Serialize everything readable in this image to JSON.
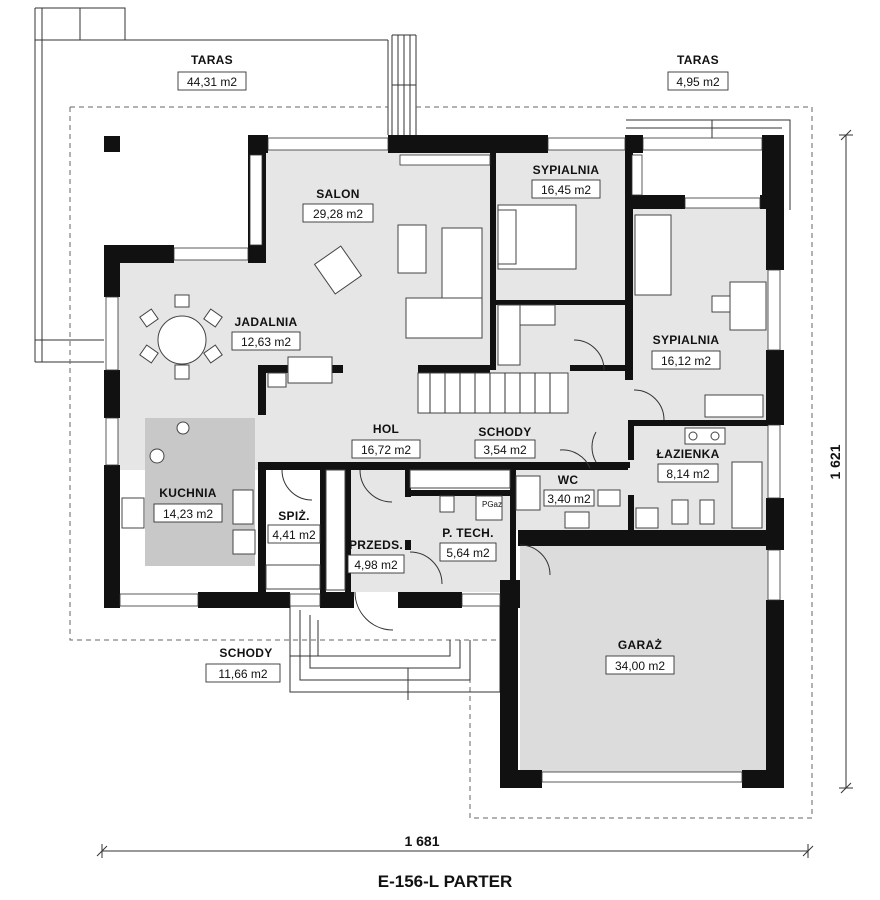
{
  "plan": {
    "title": "E-156-L PARTER",
    "width_dimension": "1 681",
    "depth_dimension": "1 621",
    "gas_meter_label": "PGaz"
  },
  "rooms": [
    {
      "id": "taras-left",
      "name": "TARAS",
      "area": "44,31 m2"
    },
    {
      "id": "taras-right",
      "name": "TARAS",
      "area": "4,95 m2"
    },
    {
      "id": "salon",
      "name": "SALON",
      "area": "29,28 m2"
    },
    {
      "id": "sypialnia-1",
      "name": "SYPIALNIA",
      "area": "16,45 m2"
    },
    {
      "id": "jadalnia",
      "name": "JADALNIA",
      "area": "12,63 m2"
    },
    {
      "id": "sypialnia-2",
      "name": "SYPIALNIA",
      "area": "16,12 m2"
    },
    {
      "id": "hol",
      "name": "HOL",
      "area": "16,72 m2"
    },
    {
      "id": "schody-in",
      "name": "SCHODY",
      "area": "3,54 m2"
    },
    {
      "id": "lazienka",
      "name": "ŁAZIENKA",
      "area": "8,14 m2"
    },
    {
      "id": "kuchnia",
      "name": "KUCHNIA",
      "area": "14,23 m2"
    },
    {
      "id": "spiz",
      "name": "SPIŻ.",
      "area": "4,41 m2"
    },
    {
      "id": "wc",
      "name": "WC",
      "area": "3,40 m2"
    },
    {
      "id": "przeds",
      "name": "PRZEDS.",
      "area": "4,98 m2"
    },
    {
      "id": "ptech",
      "name": "P. TECH.",
      "area": "5,64 m2"
    },
    {
      "id": "schody-out",
      "name": "SCHODY",
      "area": "11,66 m2"
    },
    {
      "id": "garaz",
      "name": "GARAŻ",
      "area": "34,00 m2"
    }
  ],
  "colors": {
    "wall": "#111111",
    "kitchen_counter": "#c8c8c8",
    "floor_shading": "#e6e6e6",
    "garage_floor": "#dcdcdc"
  }
}
